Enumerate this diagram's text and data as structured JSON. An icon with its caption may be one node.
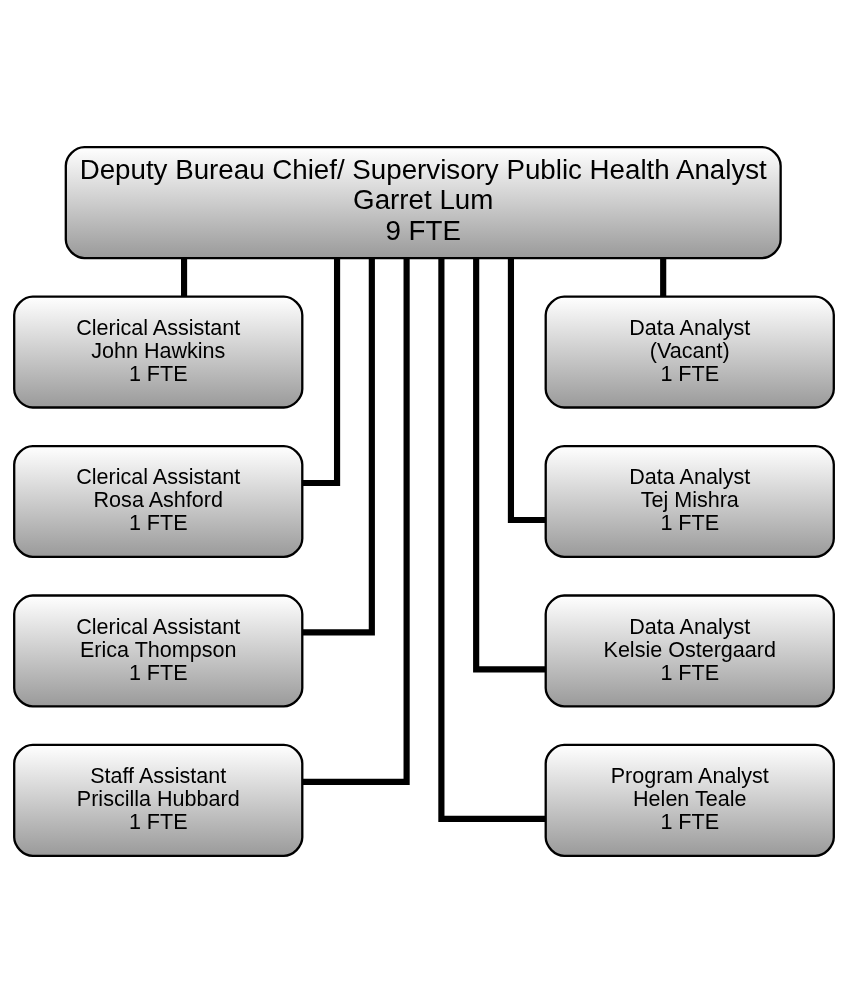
{
  "diagram": {
    "nodes": [
      {
        "text": [
          "Deputy Bureau Chief/ Supervisory Public Health Analyst",
          "Garret Lum",
          "9 FTE"
        ]
      },
      {
        "text": [
          "Clerical Assistant",
          "John Hawkins",
          "1 FTE"
        ]
      },
      {
        "text": [
          "Data Analyst",
          "(Vacant)",
          "1 FTE"
        ]
      },
      {
        "text": [
          "Clerical Assistant",
          "Rosa Ashford",
          "1 FTE"
        ]
      },
      {
        "text": [
          "Data Analyst",
          "Tej Mishra",
          "1 FTE"
        ]
      },
      {
        "text": [
          "Clerical Assistant",
          "Erica Thompson",
          "1 FTE"
        ]
      },
      {
        "text": [
          "Data Analyst",
          "Kelsie Ostergaard",
          "1 FTE"
        ]
      },
      {
        "text": [
          "Staff Assistant",
          "Priscilla Hubbard",
          "1 FTE"
        ]
      },
      {
        "text": [
          "Program Analyst",
          "Helen Teale",
          "1 FTE"
        ]
      }
    ],
    "edges": [
      {
        "from": 0,
        "to": 1,
        "arrow": "none"
      },
      {
        "from": 0,
        "to": 2,
        "arrow": "none"
      },
      {
        "from": 0,
        "to": 3,
        "arrow": "none"
      },
      {
        "from": 0,
        "to": 4,
        "arrow": "none"
      },
      {
        "from": 0,
        "to": 5,
        "arrow": "none"
      },
      {
        "from": 0,
        "to": 6,
        "arrow": "none"
      },
      {
        "from": 0,
        "to": 7,
        "arrow": "none"
      },
      {
        "from": 0,
        "to": 8,
        "arrow": "none"
      }
    ]
  }
}
